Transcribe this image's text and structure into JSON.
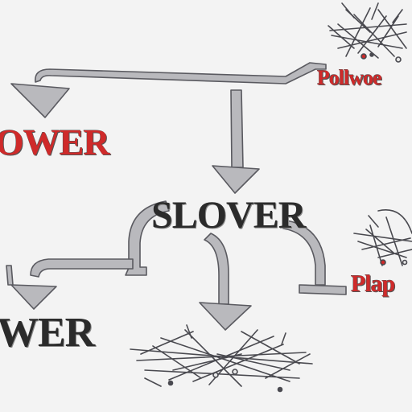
{
  "labels": {
    "top_left": "OWER",
    "center": "SLOVER",
    "bottom_left": "WER",
    "top_right": "Pollwoe",
    "mid_right": "Plap"
  },
  "icons": {
    "top_right_structure": "wire-structure-icon",
    "mid_right_structure": "wire-structure-icon",
    "bottom_structure": "wire-structure-icon"
  },
  "colors": {
    "arrow_fill": "#b9b9bd",
    "arrow_stroke": "#5a5a60",
    "red_label": "#cf2a2a",
    "dark_label": "#2b2b2b",
    "wire": "#4a4a50",
    "node_red": "#cc2a2a"
  }
}
